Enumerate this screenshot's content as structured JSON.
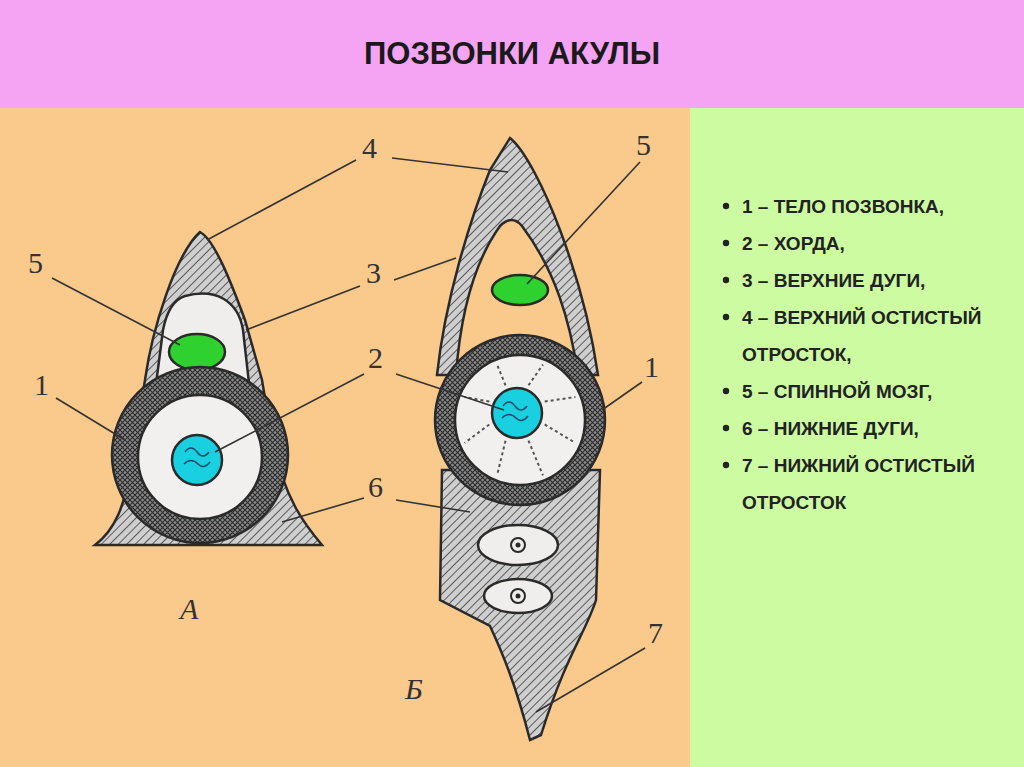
{
  "diagram": {
    "title": "ПОЗВОНКИ АКУЛЫ",
    "labels": [
      "4",
      "5",
      "3",
      "1",
      "2",
      "6",
      "5",
      "1",
      "7",
      "А",
      "Б",
      "1 – ТЕЛО ПОЗВОНКА,",
      "2 – ХОРДА,",
      "3 – ВЕРХНИЕ ДУГИ,",
      "4 – ВЕРХНИЙ ОСТИСТЫЙ ОТРОСТОК,",
      "5 – СПИННОЙ МОЗГ,",
      "6 – НИЖНИЕ ДУГИ,",
      "7 – НИЖНИЙ ОСТИСТЫЙ ОТРОСТОК"
    ]
  }
}
